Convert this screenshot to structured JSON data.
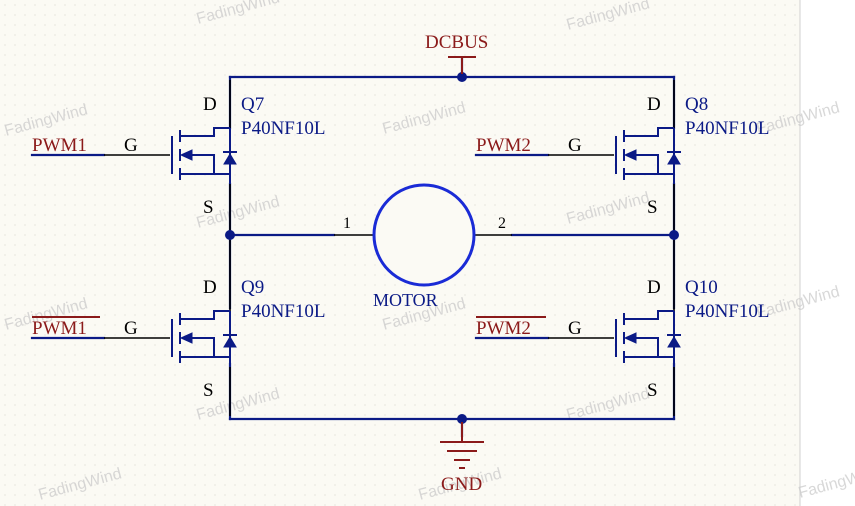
{
  "watermark": "FadingWind",
  "power": {
    "top": "DCBUS",
    "bottom": "GND"
  },
  "motor": {
    "label": "MOTOR",
    "pin1": "1",
    "pin2": "2"
  },
  "mosfets": {
    "q7": {
      "ref": "Q7",
      "part": "P40NF10L",
      "d": "D",
      "g": "G",
      "s": "S",
      "signal": "PWM1"
    },
    "q8": {
      "ref": "Q8",
      "part": "P40NF10L",
      "d": "D",
      "g": "G",
      "s": "S",
      "signal": "PWM2"
    },
    "q9": {
      "ref": "Q9",
      "part": "P40NF10L",
      "d": "D",
      "g": "G",
      "s": "S",
      "signal": "PWM1"
    },
    "q10": {
      "ref": "Q10",
      "part": "P40NF10L",
      "d": "D",
      "g": "G",
      "s": "S",
      "signal": "PWM2"
    }
  },
  "colors": {
    "wire": "#0b1a86",
    "power": "#8b1a1a",
    "motor": "#1a2bd6",
    "background": "#fbfaf4"
  }
}
